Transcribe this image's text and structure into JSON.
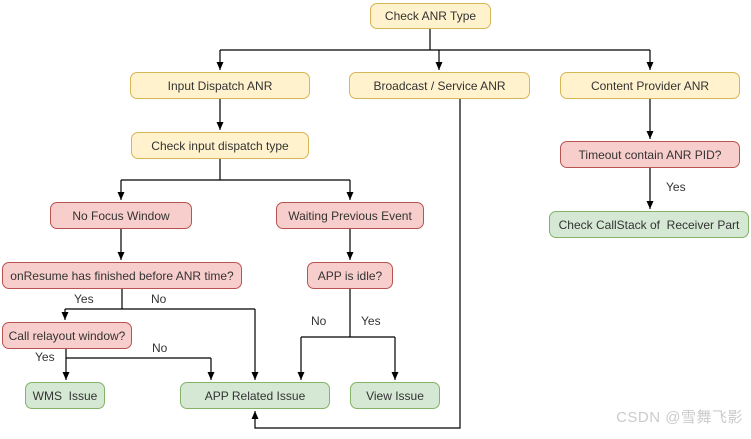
{
  "diagram": {
    "nodes": {
      "check_anr_type": "Check ANR Type",
      "input_dispatch_anr": "Input Dispatch ANR",
      "broadcast_service_anr": "Broadcast / Service ANR",
      "content_provider_anr": "Content Provider ANR",
      "check_input_dispatch_type": "Check input dispatch type",
      "timeout_contain_anr_pid": "Timeout contain ANR PID?",
      "no_focus_window": "No Focus Window",
      "waiting_previous_event": "Waiting Previous Event",
      "check_callstack_receiver": "Check CallStack of  Receiver Part",
      "onresume_finished": "onResume has finished before ANR time?",
      "app_is_idle": "APP is idle?",
      "call_relayout_window": "Call relayout window?",
      "wms_issue": "WMS  Issue",
      "app_related_issue": "APP Related Issue",
      "view_issue": "View Issue"
    },
    "edge_labels": {
      "timeout_yes": "Yes",
      "onresume_yes": "Yes",
      "onresume_no": "No",
      "relayout_yes": "Yes",
      "relayout_no": "No",
      "idle_no": "No",
      "idle_yes": "Yes"
    },
    "colors": {
      "decision_yellow_fill": "#fff2cc",
      "decision_yellow_border": "#d6b656",
      "condition_red_fill": "#f8cecc",
      "condition_red_border": "#b85450",
      "result_green_fill": "#d5e8d4",
      "result_green_border": "#82b366",
      "line_color": "#000000"
    }
  },
  "watermark": "CSDN @雪舞飞影"
}
